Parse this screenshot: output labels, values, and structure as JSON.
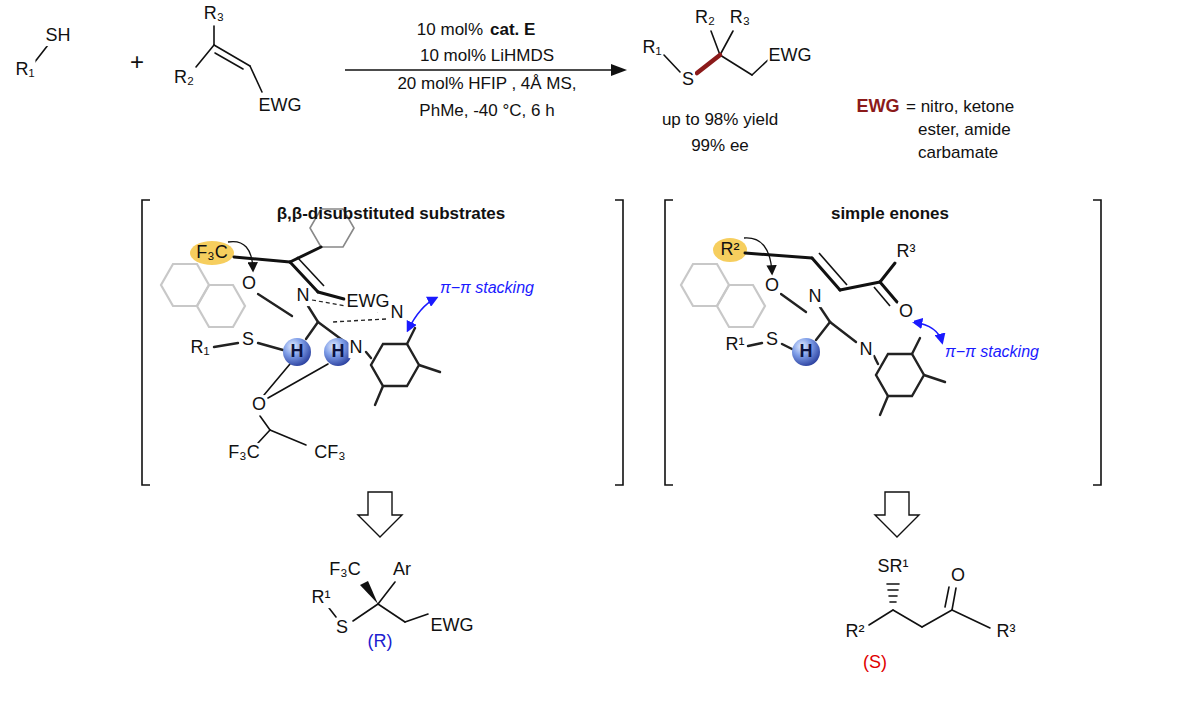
{
  "diagram": {
    "nodes": [
      {
        "text": [
          "β,β-disubstituted substrates"
        ]
      },
      {
        "text": [
          "simple enones"
        ]
      }
    ],
    "labels": [
      "R₁",
      "SH",
      "+",
      "R₃",
      "R₂",
      "EWG",
      "10 mol%",
      "cat. E",
      "10 mol% LiHMDS",
      "20 mol% HFIP , 4Å MS,",
      "PhMe, -40 °C, 6 h",
      "R₁",
      "S",
      "R₂",
      "R₃",
      "EWG",
      "up to 98% yield",
      "99% ee",
      "EWG",
      "= nitro, ketone ester, amide carbamate",
      "F₃C",
      "O",
      "N",
      "EWG",
      "N",
      "N",
      "R₁",
      "S",
      "H",
      "H",
      "O",
      "F₃C",
      "CF₃",
      "π−π stacking",
      "R²",
      "O",
      "N",
      "R³",
      "O",
      "N",
      "R¹",
      "S",
      "H",
      "π−π stacking",
      "F₃C",
      "Ar",
      "R¹",
      "S",
      "(R)",
      "EWG",
      "SR¹",
      "O",
      "R²",
      "(S)",
      "R³"
    ]
  }
}
